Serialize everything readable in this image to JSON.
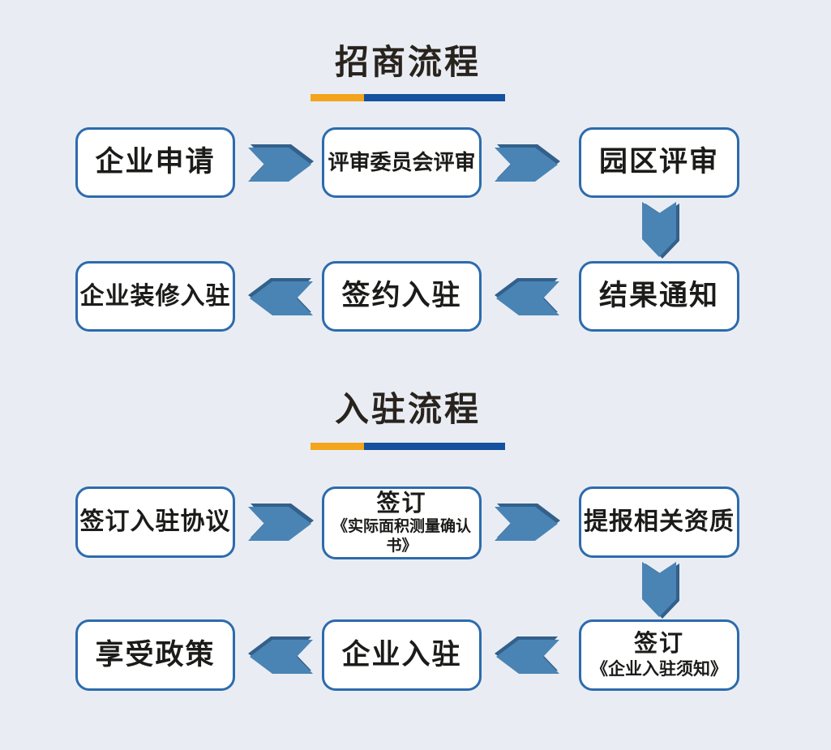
{
  "page": {
    "background": "#e9edf3"
  },
  "palette": {
    "box_border": "#2d6bad",
    "box_fill": "#ffffff",
    "arrow_main": "#4a84b5",
    "arrow_shadow": "#33608a",
    "title_text": "#29231e",
    "box_text": "#1b1b19",
    "underline_orange": "#f3a51d",
    "underline_blue": "#15519f"
  },
  "sections": [
    {
      "title": "招商流程",
      "steps": {
        "apply": "企业申请",
        "committee_review": "评审委员会评审",
        "park_review": "园区评审",
        "result_notice": "结果通知",
        "sign_move_in": "签约入驻",
        "renovation_move_in": "企业装修入驻"
      }
    },
    {
      "title": "入驻流程",
      "steps": {
        "sign_agreement": "签订入驻协议",
        "sign_area_confirmation": {
          "line1": "签订",
          "line2": "《实际面积测量确认书》"
        },
        "submit_qualifications": "提报相关资质",
        "sign_move_in_notice": {
          "line1": "签订",
          "line2": "《企业入驻须知》"
        },
        "company_move_in": "企业入驻",
        "enjoy_policy": "享受政策"
      }
    }
  ]
}
